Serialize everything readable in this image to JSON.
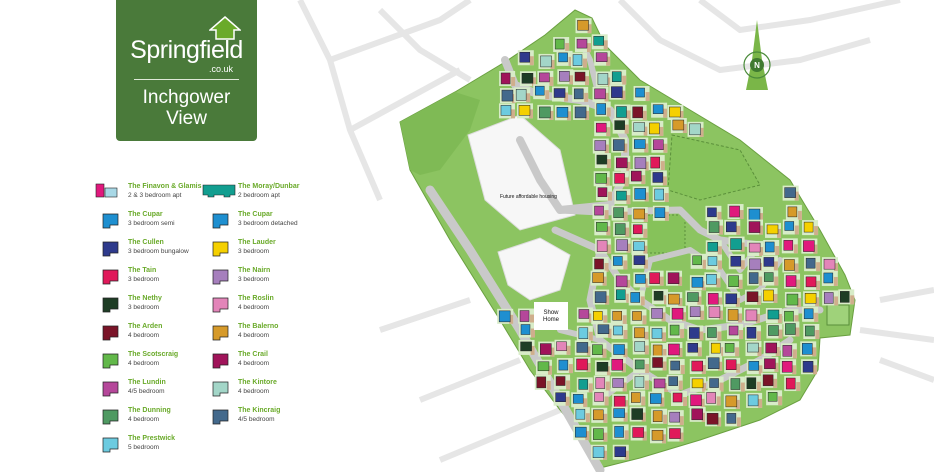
{
  "logo": {
    "brand": "Springfield",
    "domain": ".co.uk",
    "development": "Inchgower View",
    "color": "#4a7a3a",
    "house_icon_color": "#6aaa2a"
  },
  "legend": {
    "left": [
      {
        "name": "The Finavon & Glamis",
        "desc": "2 & 3 bedroom apt",
        "color": "#e0197d",
        "color2": "#a8d8e6"
      },
      {
        "name": "The Cupar",
        "desc": "3 bedroom semi",
        "color": "#1e8fd0"
      },
      {
        "name": "The Cullen",
        "desc": "3 bedroom bungalow",
        "color": "#2e3a8c"
      },
      {
        "name": "The Tain",
        "desc": "3 bedroom",
        "color": "#e0195a"
      },
      {
        "name": "The Nethy",
        "desc": "3 bedroom",
        "color": "#1e3d25"
      },
      {
        "name": "The Arden",
        "desc": "4 bedroom",
        "color": "#7a1428"
      },
      {
        "name": "The Scotscraig",
        "desc": "4 bedroom",
        "color": "#62b84a"
      },
      {
        "name": "The Lundin",
        "desc": "4/5 bedroom",
        "color": "#b5479a"
      },
      {
        "name": "The Dunning",
        "desc": "4 bedroom",
        "color": "#4f9a62"
      },
      {
        "name": "The Prestwick",
        "desc": "5 bedroom",
        "color": "#6ccbe0"
      }
    ],
    "right": [
      {
        "name": "The Moray/Dunbar",
        "desc": "2 bedroom apt",
        "color": "#129e90"
      },
      {
        "name": "The Cupar",
        "desc": "3 bedroom detached",
        "color": "#1e8fd0"
      },
      {
        "name": "The Lauder",
        "desc": "3 bedroom",
        "color": "#f5d000"
      },
      {
        "name": "The Nairn",
        "desc": "3 bedroom",
        "color": "#a67fbd"
      },
      {
        "name": "The Roslin",
        "desc": "4 bedroom",
        "color": "#e385b9"
      },
      {
        "name": "The Balerno",
        "desc": "4 bedroom",
        "color": "#d69a2a"
      },
      {
        "name": "The Crail",
        "desc": "4 bedroom",
        "color": "#a0145a"
      },
      {
        "name": "The Kintore",
        "desc": "4 bedroom",
        "color": "#a3d6c8"
      },
      {
        "name": "The Kincraig",
        "desc": "4/5 bedroom",
        "color": "#43698c"
      }
    ]
  },
  "map": {
    "labels": {
      "affordable": "Future affordable housing",
      "show_home": "Show Home"
    },
    "colors": {
      "site": "#8cc461",
      "garden": "#d8ecc8",
      "road": "#c9c9c9",
      "driveway": "#cfae8c",
      "plaza": "#b88a6e"
    },
    "north_arrow": "N"
  }
}
